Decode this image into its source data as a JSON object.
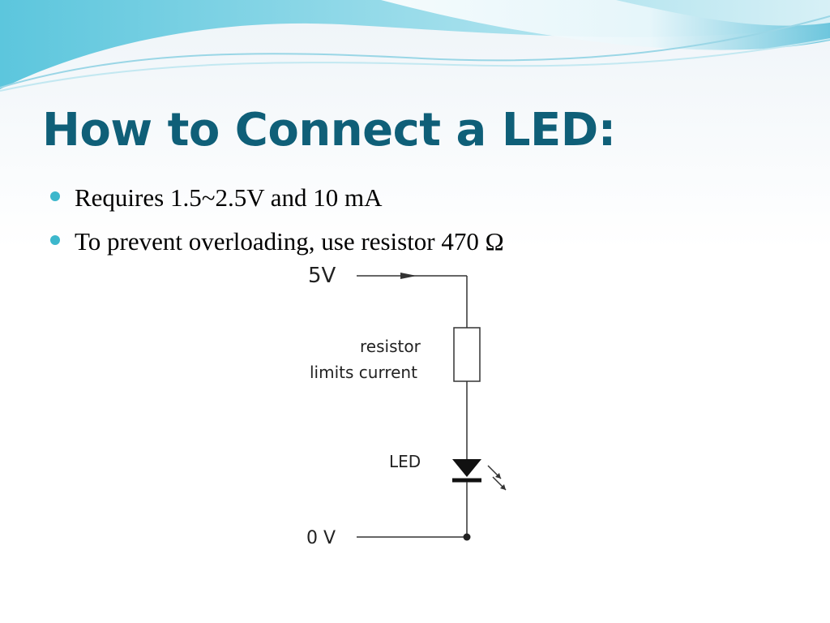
{
  "slide": {
    "title": "How to Connect a LED:",
    "bullets": [
      "Requires 1.5~2.5V and 10 mA",
      "To prevent overloading, use resistor 470 Ω"
    ]
  },
  "circuit": {
    "supply_label": "5V",
    "resistor_label_line1": "resistor",
    "resistor_label_line2": "limits current",
    "led_label": "LED",
    "ground_label": "0 V"
  },
  "colors": {
    "title": "#0f5f78",
    "bullet": "#3cb7cc",
    "wave_light": "#bfe6f0",
    "wave_mid": "#7fd0e3",
    "wave_dark": "#2aa3c4"
  }
}
